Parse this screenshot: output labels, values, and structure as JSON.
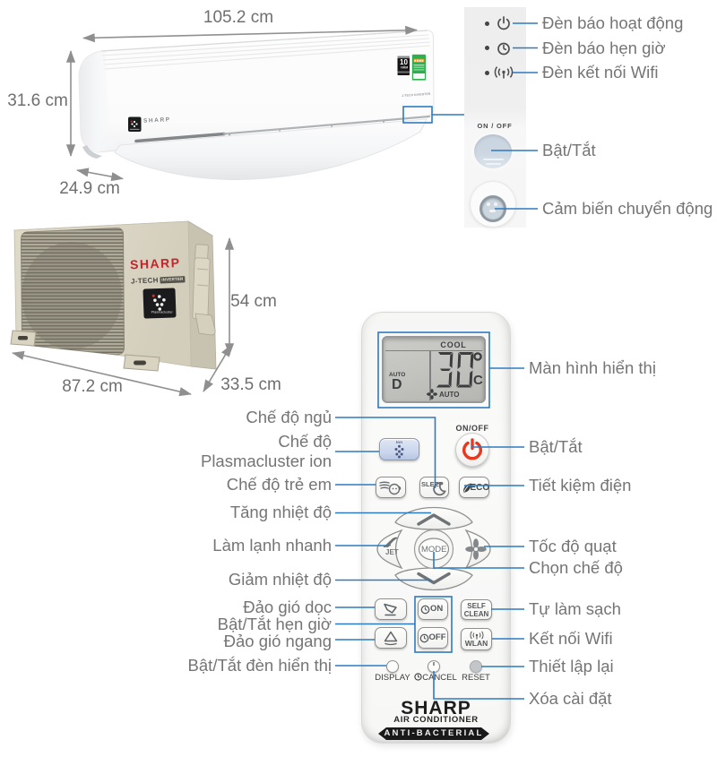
{
  "colors": {
    "callout_blue": "#2e7ac0",
    "label_gray": "#757575",
    "dim_gray": "#6f6f6f",
    "sharp_red": "#c6242b",
    "power_red": "#e8391f"
  },
  "indoor_unit": {
    "width": "105.2 cm",
    "height": "31.6 cm",
    "depth": "24.9 cm",
    "brand": "SHARP",
    "tech_label": "J-TECH INVERTER",
    "warranty_years": "10",
    "warranty_unit": "NĂM"
  },
  "control_panel": {
    "indicators": [
      {
        "icon": "power-icon",
        "label": "Đèn báo hoạt động"
      },
      {
        "icon": "timer-icon",
        "label": "Đèn báo hẹn giờ"
      },
      {
        "icon": "wifi-icon",
        "label": "Đèn kết nối Wifi"
      }
    ],
    "onoff_text": "ON / OFF",
    "power_button_label": "Bật/Tắt",
    "sensor_label": "Cảm biến chuyển động"
  },
  "outdoor_unit": {
    "width": "87.2 cm",
    "height": "54 cm",
    "depth": "33.5 cm",
    "brand": "SHARP",
    "tech": "J-TECH",
    "tech2": "INVERTER",
    "plasma_label": "Plasmacluster"
  },
  "remote": {
    "display": {
      "mode": "COOL",
      "temperature": "30",
      "degree": "°",
      "unit": "C",
      "auto_label": "AUTO",
      "auto_mode": "D",
      "fan_auto": "AUTO"
    },
    "onoff_text": "ON/OFF",
    "buttons": {
      "ion": "Ion",
      "sleep": "SLEEP",
      "eco": "ECO",
      "mode": "MODE",
      "jet": "JET",
      "timer_on": "ON",
      "timer_off": "OFF",
      "self_clean_line1": "SELF",
      "self_clean_line2": "CLEAN",
      "wlan": "WLAN",
      "display": "DISPLAY",
      "cancel": "CANCEL",
      "reset": "RESET"
    },
    "brand": "SHARP",
    "brand_sub": "AIR CONDITIONER",
    "anti_bacterial": "ANTI-BACTERIAL"
  },
  "callouts": {
    "remote_left": [
      {
        "label": "Chế độ ngủ"
      },
      {
        "line1": "Chế độ",
        "line2": "Plasmacluster ion"
      },
      {
        "label": "Chế độ trẻ em"
      },
      {
        "label": "Tăng nhiệt độ"
      },
      {
        "label": "Làm lạnh nhanh"
      },
      {
        "label": "Giảm nhiệt độ"
      },
      {
        "label": "Đảo gió dọc"
      },
      {
        "label": "Bật/Tắt hẹn giờ"
      },
      {
        "label": "Đảo gió ngang"
      },
      {
        "label": "Bật/Tắt đèn hiển thị"
      }
    ],
    "remote_right": [
      {
        "label": "Màn hình hiển thị"
      },
      {
        "label": "Bật/Tắt"
      },
      {
        "label": "Tiết kiệm điện"
      },
      {
        "label": "Tốc độ quạt"
      },
      {
        "label": "Chọn chế độ"
      },
      {
        "label": "Tự làm sạch"
      },
      {
        "label": "Kết nối Wifi"
      },
      {
        "label": "Thiết lập lại"
      },
      {
        "label": "Xóa cài đặt"
      }
    ]
  }
}
